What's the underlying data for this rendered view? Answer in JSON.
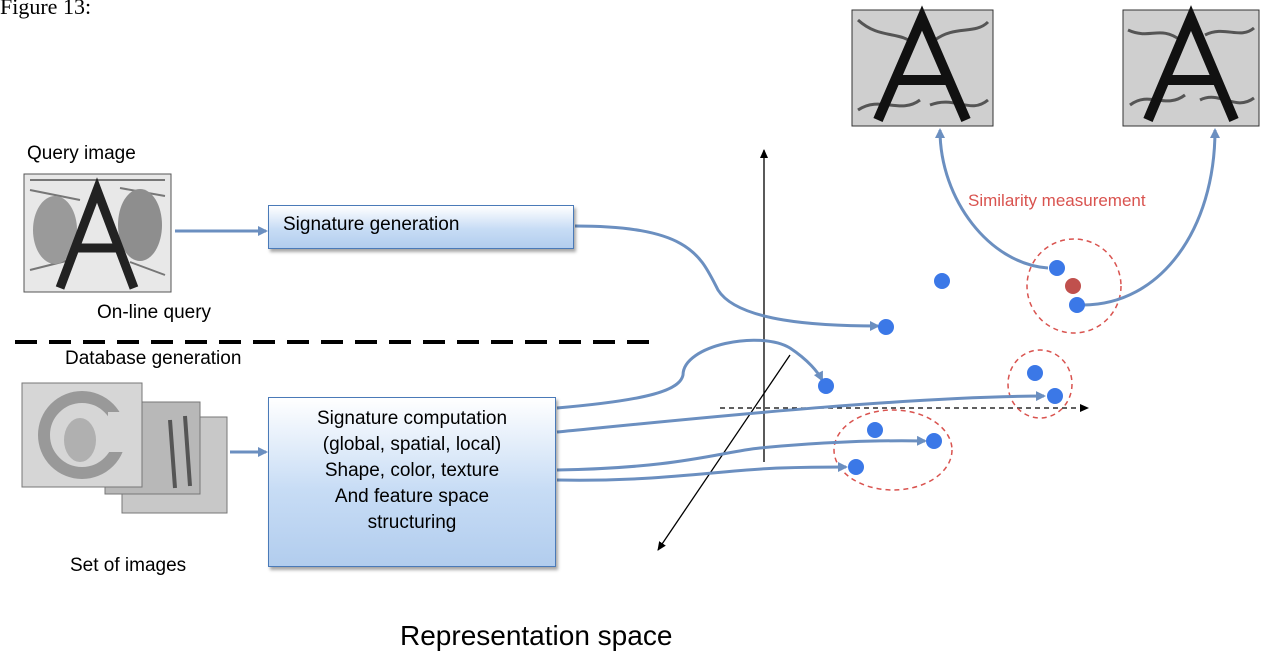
{
  "figure_caption": "Figure 13:",
  "labels": {
    "query_image": "Query image",
    "online_query": "On-line query",
    "database_generation": "Database generation",
    "set_of_images": "Set of images",
    "similarity_measurement": "Similarity measurement",
    "representation_space": "Representation space"
  },
  "boxes": {
    "signature_generation": "Signature generation",
    "signature_computation": [
      "Signature computation",
      "(global, spatial, local)",
      "Shape, color, texture",
      "And feature space",
      "structuring"
    ]
  },
  "colors": {
    "arrow": "#6b8fc0",
    "point": "#3b78e7",
    "query_point": "#c0504d",
    "cluster_outline": "#d9534f",
    "box_border": "#4a7ab8"
  },
  "icons": {
    "query_thumbnail": "letter-A-engraving",
    "database_thumbnails": "letter-engravings-stack",
    "result_thumbnails": "letter-A-engraving"
  }
}
